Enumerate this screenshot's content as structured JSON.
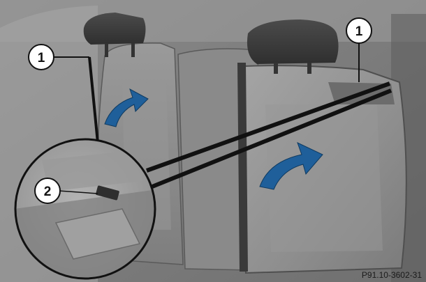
{
  "callouts": {
    "headrest_release_left": "1",
    "headrest_release_right": "1",
    "seat_lock_detail": "2"
  },
  "image_code": "P91.10-3602-31",
  "colors": {
    "arrow": "#1f5f9a",
    "callout_fill": "#ffffff",
    "callout_stroke": "#111111"
  },
  "icons": {
    "arrow": "curved-arrow-icon",
    "magnifier": "detail-magnifier-icon"
  }
}
